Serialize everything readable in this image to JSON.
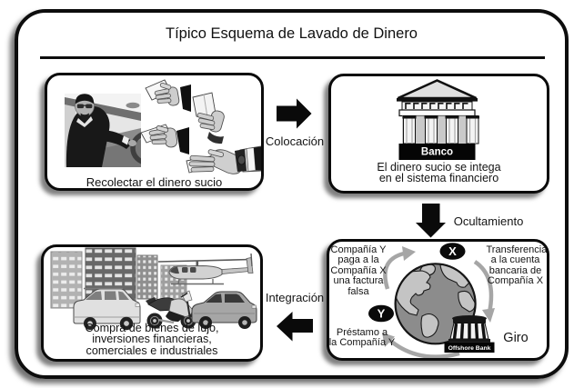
{
  "title": "Típico Esquema de Lavado de Dinero",
  "boxes": {
    "collect": {
      "caption": "Recolectar el dinero sucio"
    },
    "bank": {
      "building_label": "Banco",
      "caption_lines": [
        "El dinero sucio se intega",
        "en el sistema financiero"
      ]
    },
    "luxury": {
      "caption_lines": [
        "Compra de bienes de lujo,",
        "inversiones financieras,",
        "comerciales e industriales"
      ]
    },
    "offshore": {
      "node_x": "X",
      "node_y": "Y",
      "invoice_lines": [
        "Compañía Y",
        "paga a la",
        "Compañía X",
        "una factura",
        "falsa"
      ],
      "transfer_lines": [
        "Transferencia",
        "a la cuenta",
        "bancaria de",
        "Compañía X"
      ],
      "loan_lines": [
        "Préstamo a",
        "la Compañía Y"
      ],
      "giro_label": "Giro",
      "offshore_bank_label": "Offshore Bank"
    }
  },
  "arrows": {
    "placement": "Colocación",
    "concealment": "Ocultamiento",
    "integration": "Integración"
  },
  "colors": {
    "ink": "#0d0d0d",
    "globe_ocean": "#8c8c8c",
    "globe_land": "#c6c6c6",
    "arc_gray": "#a6a6a6"
  }
}
